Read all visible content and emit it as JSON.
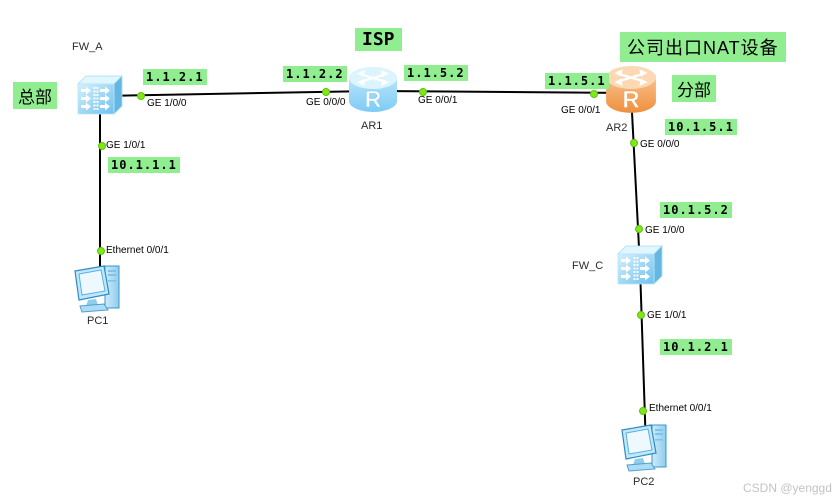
{
  "canvas": {
    "watermark": "CSDN @yenggd"
  },
  "zones": {
    "headquarters": "总部",
    "isp": "ISP",
    "nat_device_title": "公司出口NAT设备",
    "branch": "分部"
  },
  "devices": {
    "fw_a": {
      "name": "FW_A",
      "type": "firewall"
    },
    "ar1": {
      "name": "AR1",
      "type": "router"
    },
    "ar2": {
      "name": "AR2",
      "type": "router"
    },
    "fw_c": {
      "name": "FW_C",
      "type": "firewall"
    },
    "pc1": {
      "name": "PC1",
      "type": "pc"
    },
    "pc2": {
      "name": "PC2",
      "type": "pc"
    }
  },
  "links": [
    {
      "from": "FW_A",
      "to": "AR1",
      "from_if": "GE 1/0/0",
      "from_ip": "1.1.2.1",
      "to_if": "GE 0/0/0",
      "to_ip": "1.1.2.2"
    },
    {
      "from": "AR1",
      "to": "AR2",
      "from_if": "GE 0/0/1",
      "from_ip": "1.1.5.2",
      "to_if": "GE 0/0/1",
      "to_ip": "1.1.5.1"
    },
    {
      "from": "FW_A",
      "to": "PC1",
      "from_if": "GE 1/0/1",
      "from_ip": "10.1.1.1",
      "to_if": "Ethernet 0/0/1"
    },
    {
      "from": "AR2",
      "to": "FW_C",
      "from_if": "GE 0/0/0",
      "from_ip": "10.1.5.1",
      "to_if": "GE 1/0/0",
      "to_ip": "10.1.5.2"
    },
    {
      "from": "FW_C",
      "to": "PC2",
      "from_if": "GE 1/0/1",
      "from_ip": "10.1.2.1",
      "to_if": "Ethernet 0/0/1"
    }
  ],
  "colors": {
    "label_bg": "#90ee90",
    "interface_dot": "#7fe817",
    "link_line": "#000000",
    "router_blue": "#8ed4f7",
    "router_orange": "#f09044",
    "firewall_blue": "#9fd9f6"
  }
}
